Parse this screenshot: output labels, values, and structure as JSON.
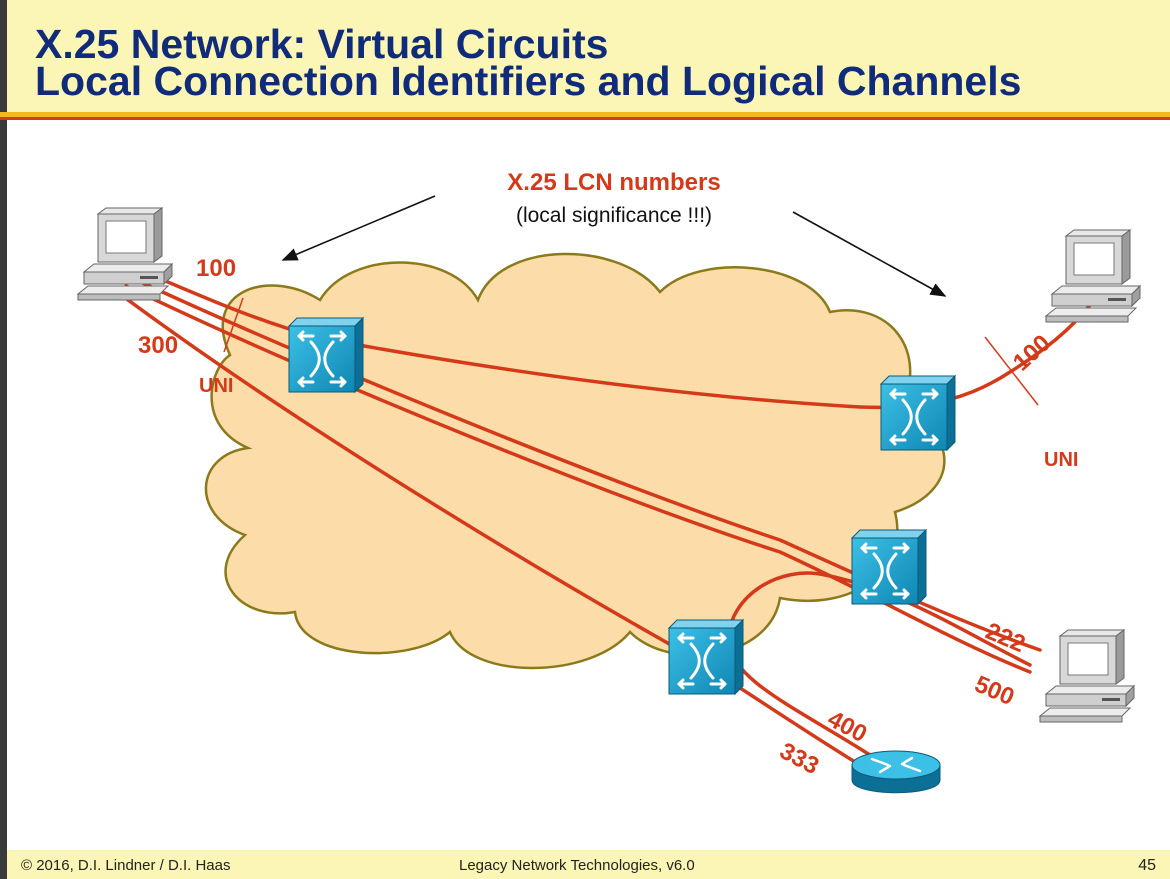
{
  "slide": {
    "title_line1": "X.25 Network: Virtual Circuits",
    "title_line2": "Local Connection Identifiers and Logical Channels",
    "page_number": "45"
  },
  "footer": {
    "copyright": "© 2016, D.I. Lindner / D.I. Haas",
    "course": "Legacy Network Technologies, v6.0"
  },
  "diagram": {
    "callout_title": "X.25 LCN numbers",
    "callout_note": "(local significance !!!)",
    "lcn_top_left": "100",
    "lcn_left": "300",
    "uni_left": "UNI",
    "lcn_right": "100",
    "uni_right": "UNI",
    "lcn_222": "222",
    "lcn_500": "500",
    "lcn_400": "400",
    "lcn_333": "333",
    "colors": {
      "cloud_fill": "#fcdca8",
      "cloud_stroke": "#8a7a1c",
      "circuit": "#d43a1a",
      "switch": "#1aa3cc"
    }
  }
}
